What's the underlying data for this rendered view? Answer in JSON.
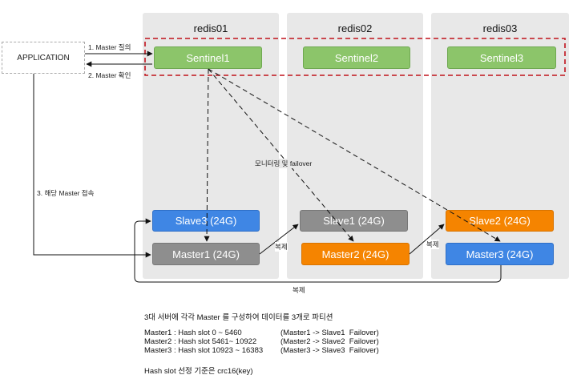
{
  "application_label": "APPLICATION",
  "servers": [
    {
      "name": "redis01",
      "sentinel": "Sentinel1",
      "top": {
        "label": "Slave3 (24G)",
        "color": "blue"
      },
      "bottom": {
        "label": "Master1 (24G)",
        "color": "gray"
      }
    },
    {
      "name": "redis02",
      "sentinel": "Sentinel2",
      "top": {
        "label": "Slave1 (24G)",
        "color": "gray"
      },
      "bottom": {
        "label": "Master2 (24G)",
        "color": "orange"
      }
    },
    {
      "name": "redis03",
      "sentinel": "Sentinel3",
      "top": {
        "label": "Slave2 (24G)",
        "color": "orange"
      },
      "bottom": {
        "label": "Master3 (24G)",
        "color": "blue"
      }
    }
  ],
  "edge_labels": {
    "master_query": "1. Master 질의",
    "master_confirm": "2. Master 확인",
    "connect_master": "3. 해당 Master 접속",
    "monitoring": "모니터링 및 failover",
    "replication": "복제"
  },
  "notes": {
    "title": "3대 서버에 각각 Master 를 구성하여 데이터를 3개로 파티션",
    "lines": [
      {
        "left": "Master1 : Hash slot 0 ~ 5460",
        "right": "(Master1 -> Slave1  Failover)"
      },
      {
        "left": "Master2 : Hash slot 5461~ 10922",
        "right": "(Master2 -> Slave2  Failover)"
      },
      {
        "left": "Master3 : Hash slot 10923 ~ 16383",
        "right": "(Master3 -> Slave3  Failover)"
      }
    ],
    "footer": "Hash slot 선정 기준은 crc16(key)"
  },
  "colors": {
    "panel": "#e8e8e8",
    "sentinel": "#8cc56a",
    "blue": "#3f86e4",
    "gray": "#8e8e8e",
    "orange": "#f58400",
    "sentinel_group_border": "#c0121b"
  }
}
